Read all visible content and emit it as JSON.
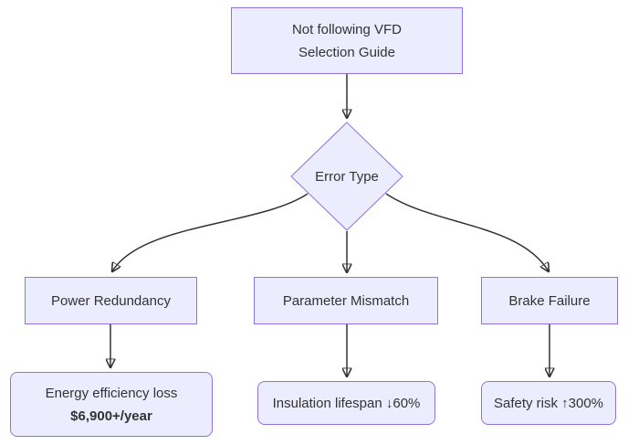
{
  "diagram": {
    "type": "flowchart",
    "colors": {
      "node_fill": "#ECECFF",
      "node_border": "#9370DB",
      "edge": "#333333",
      "text": "#333333",
      "background": "#ffffff"
    },
    "nodes": {
      "root": {
        "label": "Not following VFD\nSelection Guide"
      },
      "decision": {
        "label": "Error Type"
      },
      "branch1": {
        "label": "Power Redundancy"
      },
      "branch2": {
        "label": "Parameter Mismatch"
      },
      "branch3": {
        "label": "Brake Failure"
      },
      "outcome1": {
        "line1": "Energy efficiency loss",
        "line2": "$6,900+/year"
      },
      "outcome2": {
        "label": "Insulation lifespan ↓60%"
      },
      "outcome3": {
        "label": "Safety risk ↑300%"
      }
    },
    "edges": [
      {
        "from": "root",
        "to": "decision"
      },
      {
        "from": "decision",
        "to": "branch1"
      },
      {
        "from": "decision",
        "to": "branch2"
      },
      {
        "from": "decision",
        "to": "branch3"
      },
      {
        "from": "branch1",
        "to": "outcome1"
      },
      {
        "from": "branch2",
        "to": "outcome2"
      },
      {
        "from": "branch3",
        "to": "outcome3"
      }
    ]
  }
}
